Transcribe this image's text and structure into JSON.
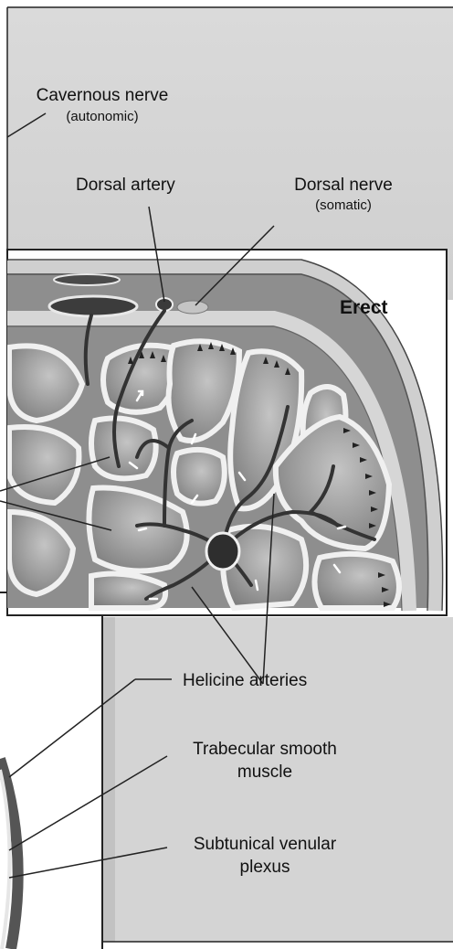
{
  "figure": {
    "panel_label": "Erect",
    "labels": {
      "cavernous_nerve": "Cavernous nerve",
      "cavernous_nerve_note": "(autonomic)",
      "dorsal_artery": "Dorsal artery",
      "dorsal_nerve": "Dorsal nerve",
      "dorsal_nerve_note": "(somatic)",
      "helicine_arteries": "Helicine arteries",
      "trabecular_line1": "Trabecular smooth",
      "trabecular_line2": "muscle",
      "subtunical_line1": "Subtunical venular",
      "subtunical_line2": "plexus"
    }
  },
  "colors": {
    "background_panel": "#d8d8d8",
    "sinusoid_fill": "#9c9c9c",
    "sinusoid_wall": "#eeeeee",
    "vessel_dark": "#3a3a3a",
    "label_text": "#111111"
  }
}
